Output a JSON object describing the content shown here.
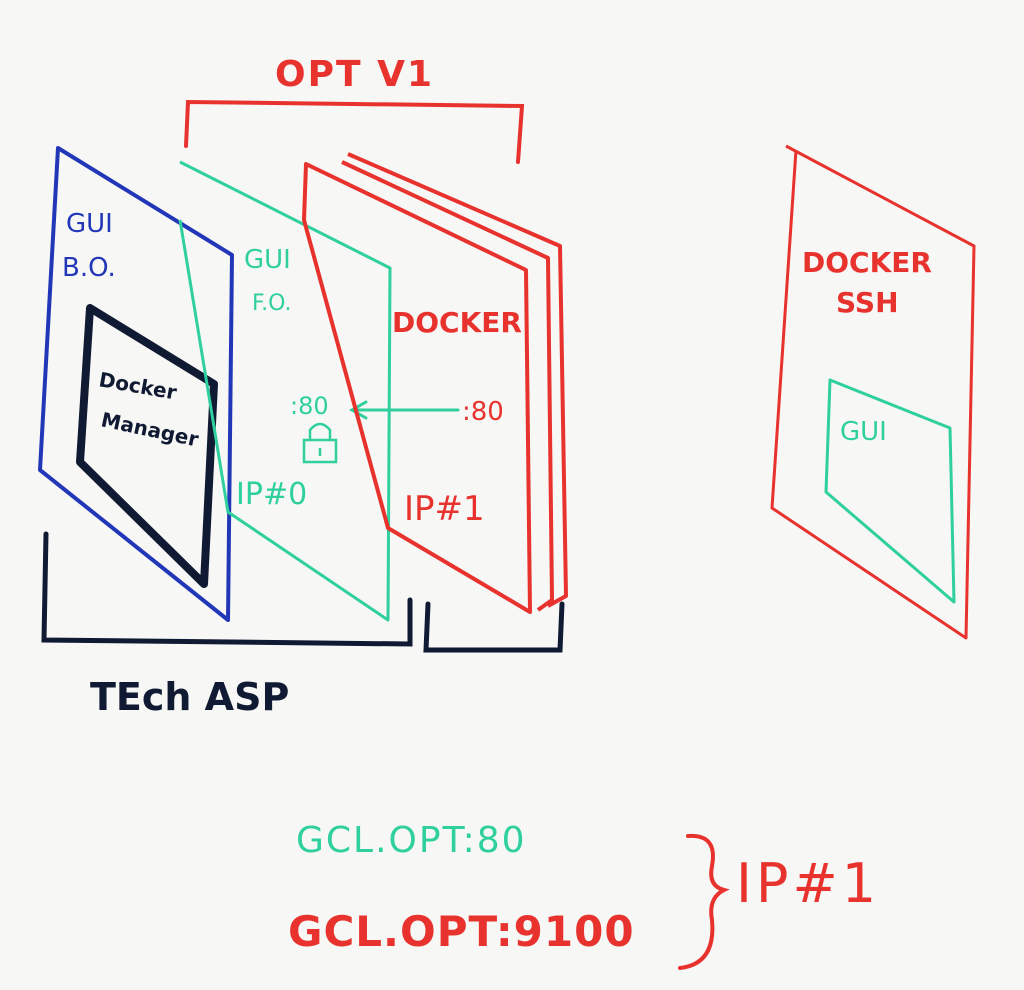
{
  "colors": {
    "red": "#e8322e",
    "teal": "#2fcf9e",
    "blue": "#2237b8",
    "black": "#111a33",
    "board": "#f7f7f5"
  },
  "header": {
    "title": "OPT V1"
  },
  "panels": {
    "gui_bo": {
      "line1": "GUI",
      "line2": "B.O."
    },
    "docker_manager": {
      "line1": "Docker",
      "line2": "Manager"
    },
    "gui_fo": {
      "line1": "GUI",
      "line2": "F.O.",
      "port": ":80",
      "ip": "IP#0"
    },
    "docker": {
      "title": "DOCKER",
      "port": ":80",
      "ip": "IP#1"
    },
    "docker_ssh": {
      "line1": "DOCKER",
      "line2": "SSH",
      "inner": "GUI"
    }
  },
  "group_label": "TEch ASP",
  "endpoints": {
    "green": "GCL.OPT:80",
    "red": "GCL.OPT:9100",
    "brace_label": "IP#1"
  }
}
